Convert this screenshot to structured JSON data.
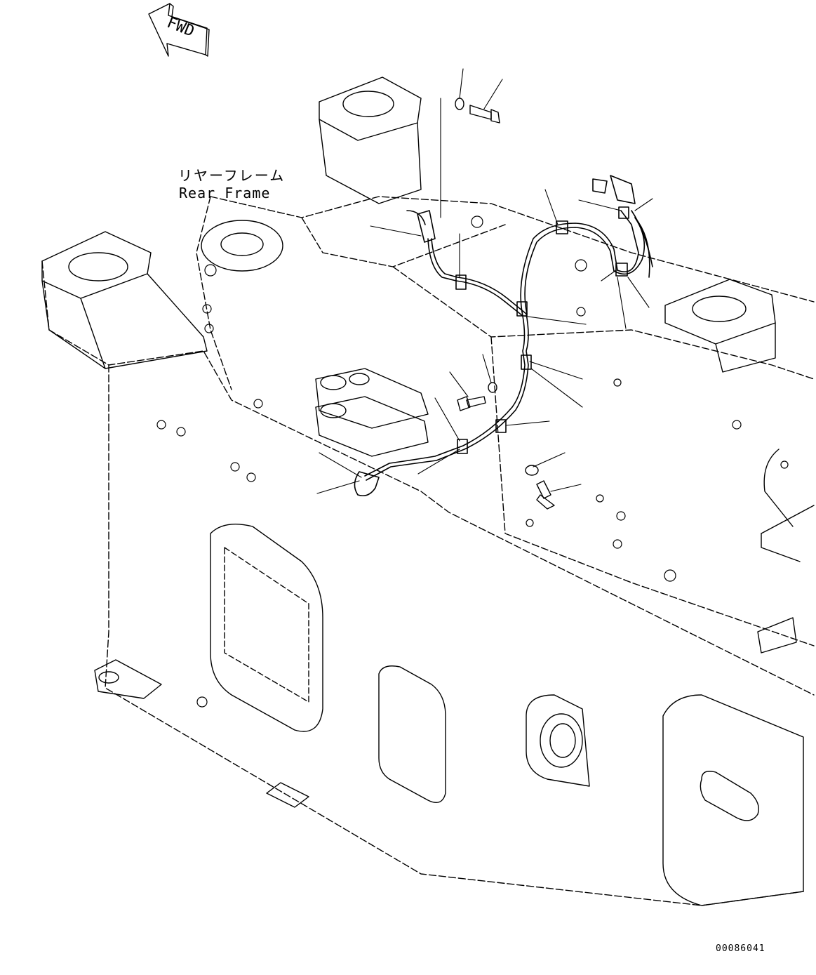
{
  "direction_marker": {
    "text": "FWD"
  },
  "frame_label": {
    "japanese": "リヤーフレーム",
    "english": "Rear Frame"
  },
  "drawing_number": "00086041",
  "colors": {
    "line": "#000000",
    "background": "#ffffff"
  }
}
